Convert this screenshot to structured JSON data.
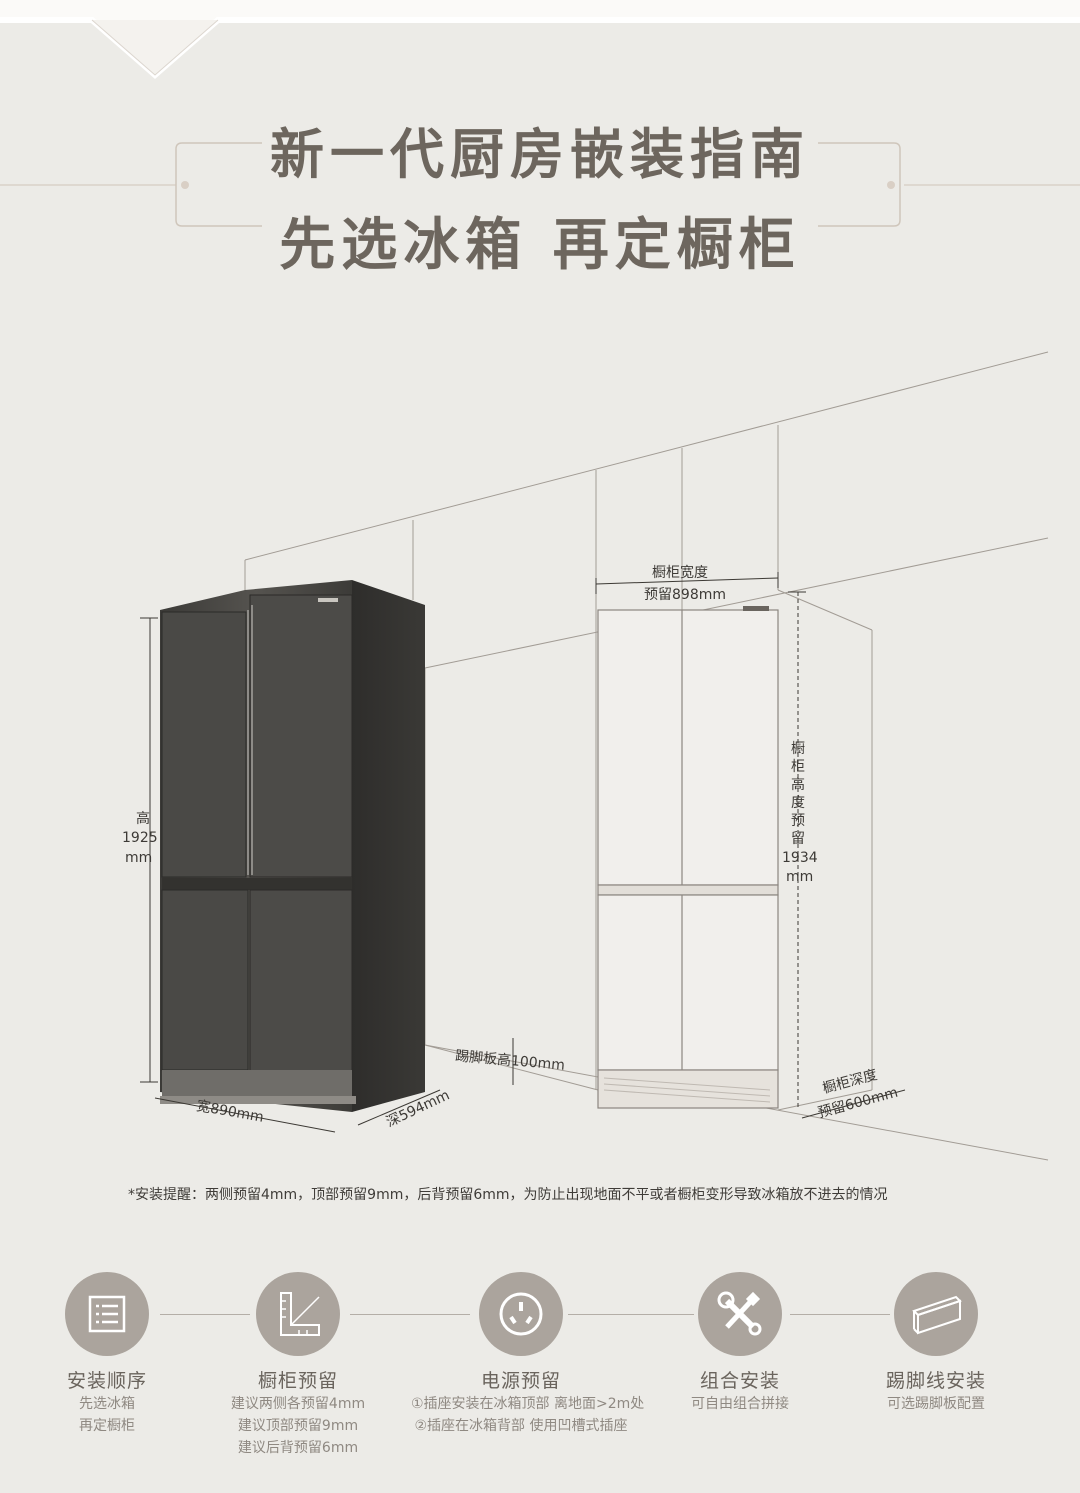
{
  "header": {
    "title": "新一代厨房嵌装指南",
    "subtitle": "先选冰箱  再定橱柜"
  },
  "dimensions": {
    "fridge_height_label": "高",
    "fridge_height_value": "1925",
    "fridge_height_unit": "mm",
    "fridge_width": "宽890mm",
    "fridge_depth": "深594mm",
    "kick_plate": "踢脚板高100mm",
    "cabinet_width_line1": "橱柜宽度",
    "cabinet_width_line2": "预留898mm",
    "cabinet_height_chars": [
      "橱",
      "柜",
      "高",
      "度",
      "预",
      "留"
    ],
    "cabinet_height_value": "1934",
    "cabinet_height_unit": "mm",
    "cabinet_depth_line1": "橱柜深度",
    "cabinet_depth_line2": "预留600mm"
  },
  "install_note": "*安装提醒：两侧预留4mm，顶部预留9mm，后背预留6mm，为防止出现地面不平或者橱柜变形导致冰箱放不进去的情况",
  "features": [
    {
      "icon": "list-icon",
      "title": "安装顺序",
      "lines": [
        "先选冰箱",
        "再定橱柜"
      ]
    },
    {
      "icon": "ruler-corner-icon",
      "title": "橱柜预留",
      "lines": [
        "建议两侧各预留4mm",
        "建议顶部预留9mm",
        "建议后背预留6mm"
      ]
    },
    {
      "icon": "power-socket-icon",
      "title": "电源预留",
      "lines": [
        "①插座安装在冰箱顶部   离地面>2m处",
        "②插座在冰箱背部   使用凹槽式插座"
      ]
    },
    {
      "icon": "tools-icon",
      "title": "组合安装",
      "lines": [
        "可自由组合拼接"
      ]
    },
    {
      "icon": "kick-plate-icon",
      "title": "踢脚线安装",
      "lines": [
        "可选踢脚板配置"
      ]
    }
  ],
  "colors": {
    "background": "#ecebe7",
    "title": "#6d665e",
    "icon_circle": "#aba49d",
    "fridge": "#4a4946"
  }
}
